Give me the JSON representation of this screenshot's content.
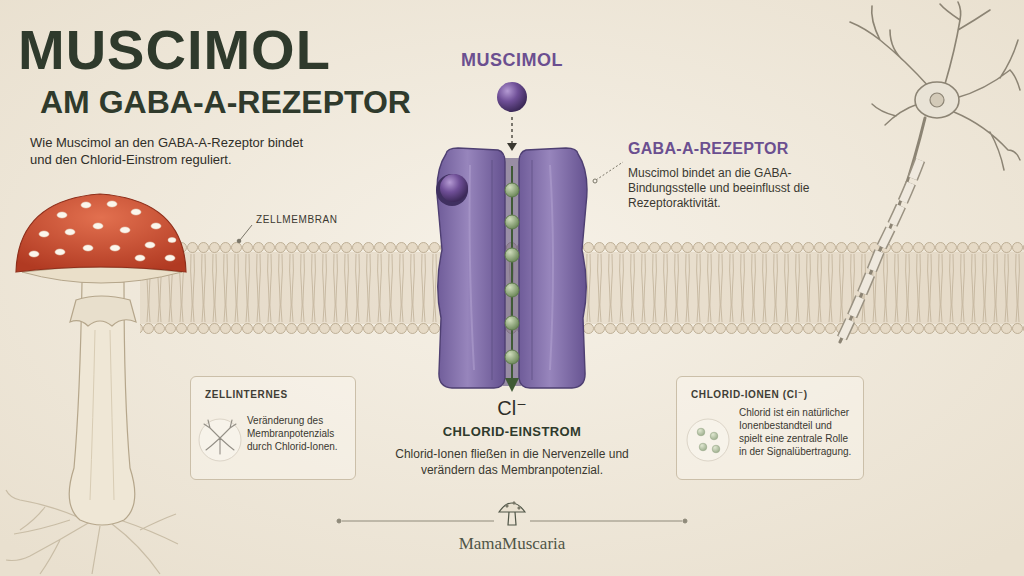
{
  "diagram": {
    "title": "MUSCIMOL",
    "nodes": [
      {
        "text": [
          "ZELLINTERNES",
          "Veränderung des Membranpotenzials durch Chlorid-Ionen."
        ]
      },
      {
        "text": [
          "CHLORID-IONEN (Cl⁻)",
          "Chlorid ist ein natürlicher Ionenbestandteil und spielt eine zentrale Rolle in der Signalübertragung."
        ]
      }
    ],
    "labels": [
      "AM GABA-A-REZEPTOR",
      "Wie Muscimol an den GABA-A-Rezeptor bindet und den Chlorid-Einstrom reguliert.",
      "ZELLMEMBRAN",
      "MUSCIMOL",
      "GABA-A-REZEPTOR",
      "Muscimol bindet an die GABA-Bindungsstelle und beeinflusst die Rezeptoraktivität.",
      "Cl⁻",
      "CHLORID-EINSTROM",
      "Chlorid-Ionen fließen in die Nervenzelle und verändern das Membranpotenzial.",
      "MamaMuscaria"
    ]
  }
}
